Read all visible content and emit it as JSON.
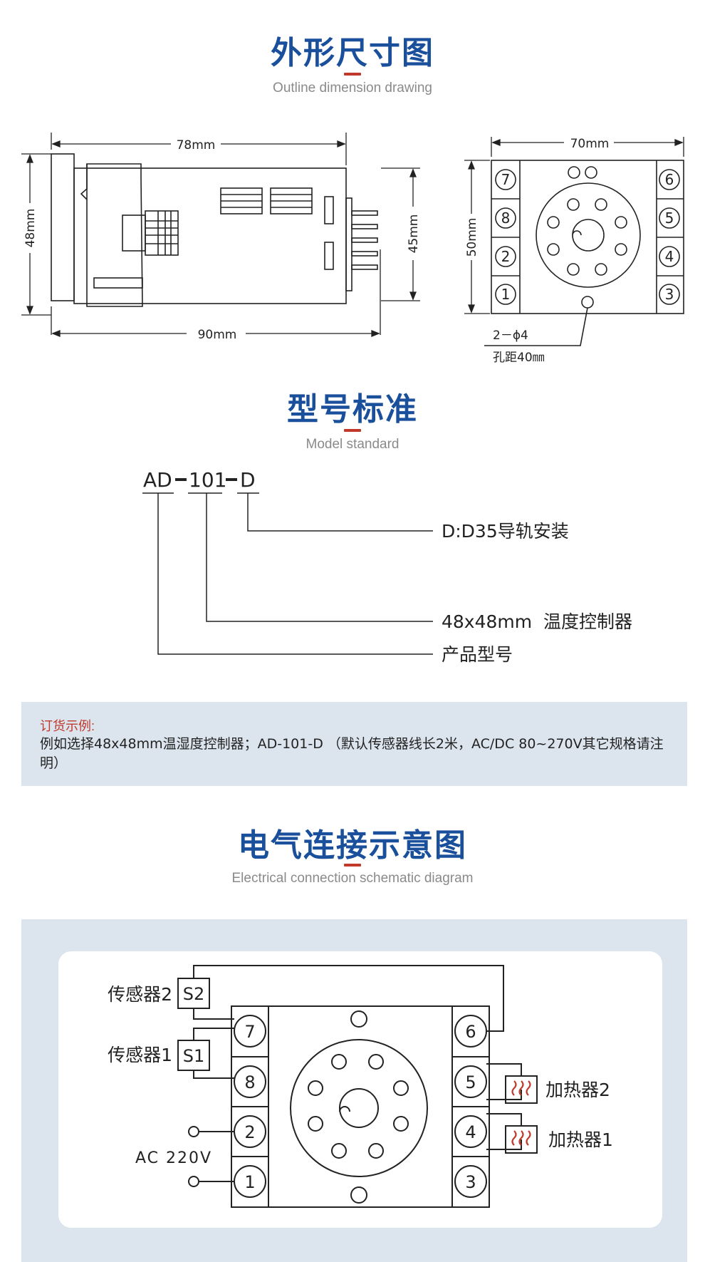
{
  "sections": {
    "outline": {
      "title": "外形尺寸图",
      "subtitle": "Outline dimension drawing"
    },
    "model": {
      "title": "型号标准",
      "subtitle": "Model standard"
    },
    "wiring": {
      "title": "电气连接示意图",
      "subtitle": "Electrical connection schematic diagram"
    }
  },
  "outline_drawing": {
    "side_view": {
      "width_top": "78mm",
      "width_bottom": "90mm",
      "height_left": "48mm",
      "height_right": "45mm"
    },
    "back_view": {
      "width": "70mm",
      "height": "50mm",
      "hole_spec": "2－ϕ4",
      "hole_pitch": "孔距40㎜",
      "terminals_left": [
        "7",
        "8",
        "2",
        "1"
      ],
      "terminals_right": [
        "6",
        "5",
        "4",
        "3"
      ]
    }
  },
  "model_standard": {
    "parts": [
      "AD",
      "101",
      "D"
    ],
    "dash": "–",
    "explanations": [
      "D:D35导轨安装",
      "48x48mm  温度控制器",
      "产品型号"
    ]
  },
  "order_example": {
    "label": "订货示例:",
    "text": "例如选择48x48mm温湿度控制器；AD-101-D （默认传感器线长2米，AC/DC 80~270V其它规格请注明）"
  },
  "wiring_diagram": {
    "sensor2": "传感器2",
    "sensor1": "传感器1",
    "s2": "S2",
    "s1": "S1",
    "power": "AC 220V",
    "heater2": "加热器2",
    "heater1": "加热器1",
    "terminals_left": [
      "7",
      "8",
      "2",
      "1"
    ],
    "terminals_right": [
      "6",
      "5",
      "4",
      "3"
    ]
  },
  "colors": {
    "title_blue": "#1a4f9c",
    "accent_red": "#c0392b",
    "panel_bg": "#dce5ee"
  }
}
